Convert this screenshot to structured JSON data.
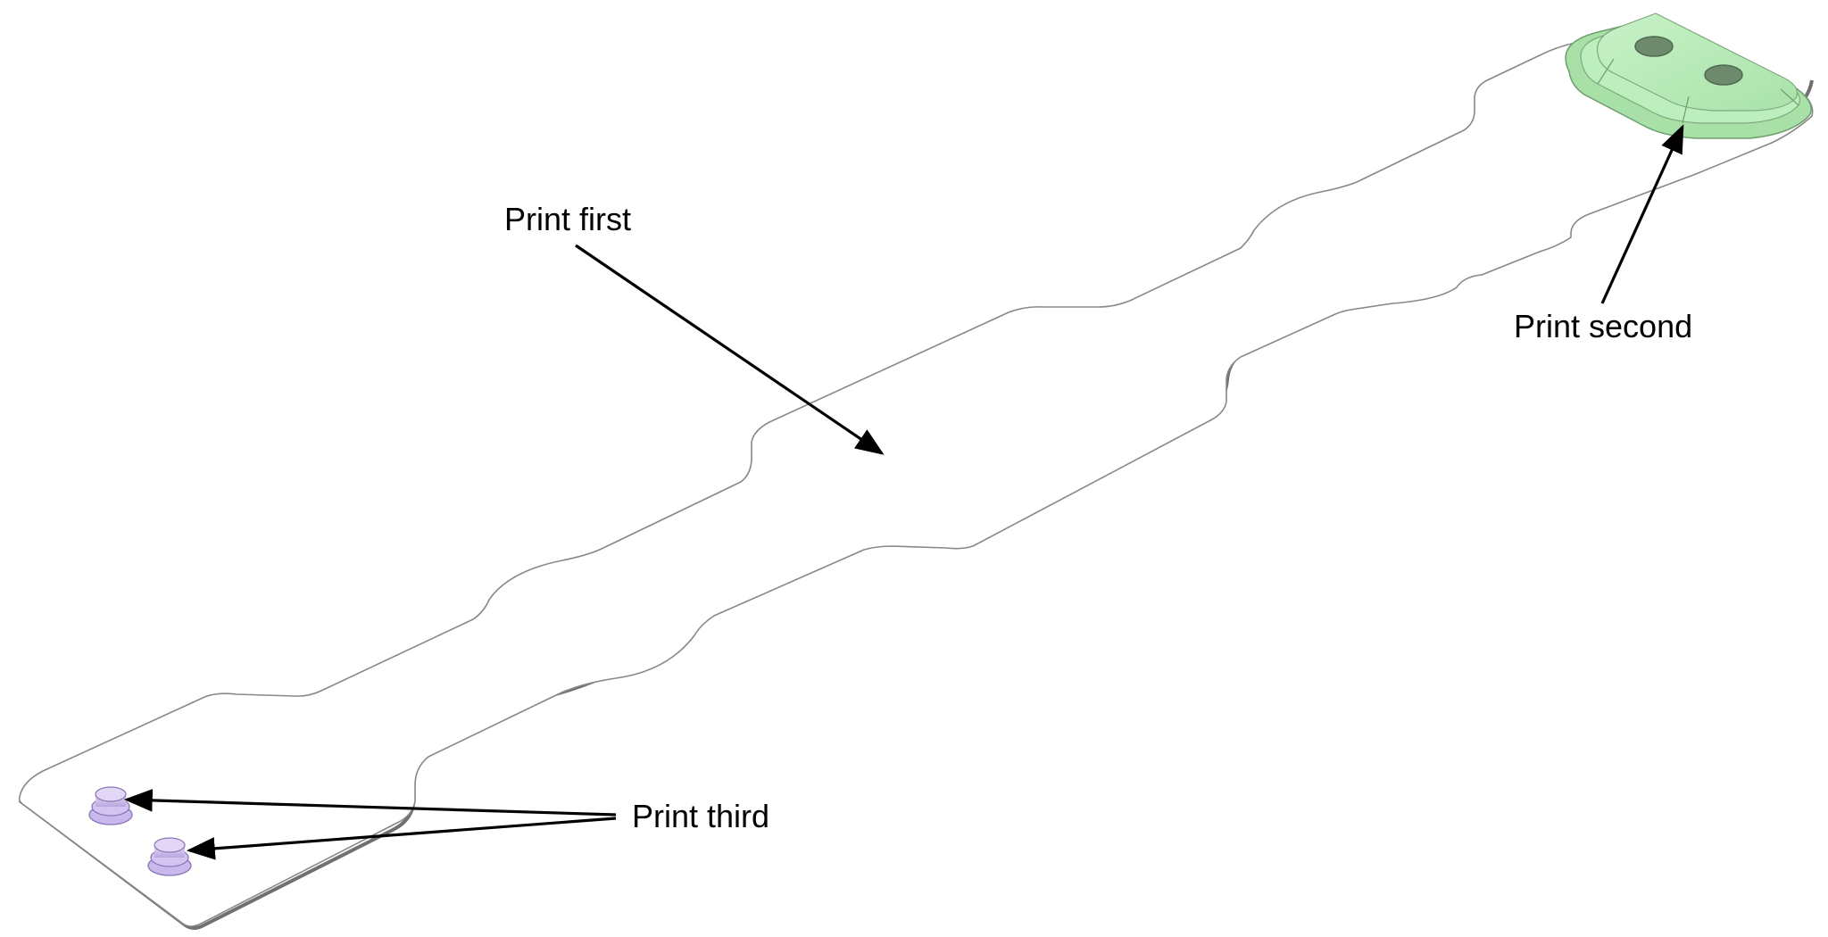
{
  "callouts": {
    "first": "Print first",
    "second": "Print second",
    "third": "Print third"
  },
  "colors": {
    "background": "#ffffff",
    "outline": "#8a8a8a",
    "edge_shadow": "#6e6e6e",
    "arrow": "#000000",
    "second_part_fill": "#b9ebb9",
    "second_part_edge": "#7fa97f",
    "third_part_fill": "#d6c6f2",
    "third_part_edge": "#8c78b8"
  },
  "parts": {
    "first": "flat strip",
    "second": "green end block with two holes",
    "third": "two purple pegs"
  }
}
